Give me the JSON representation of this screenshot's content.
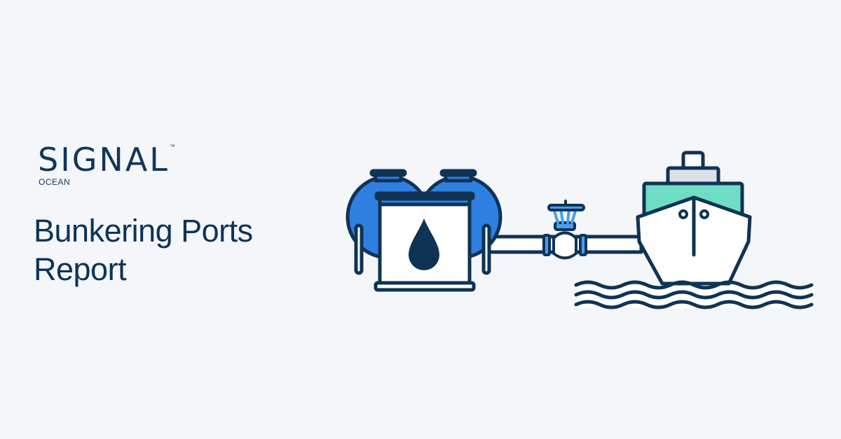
{
  "brand": {
    "name": "SIGNAL",
    "sub": "OCEAN",
    "trademark": "™"
  },
  "headline": {
    "line1": "Bunkering Ports",
    "line2": "Report"
  },
  "illustration": {
    "description": "Storage tanks with oil drop connected by valve pipe to ship on waves",
    "colors": {
      "outline": "#0f3355",
      "tank_blue": "#2f7fe0",
      "valve_blue": "#4a9cf0",
      "ship_deck": "#6fdcc4",
      "ship_cabin": "#dde1e8",
      "fill_white": "#ffffff",
      "background": "#f4f6f9"
    }
  }
}
